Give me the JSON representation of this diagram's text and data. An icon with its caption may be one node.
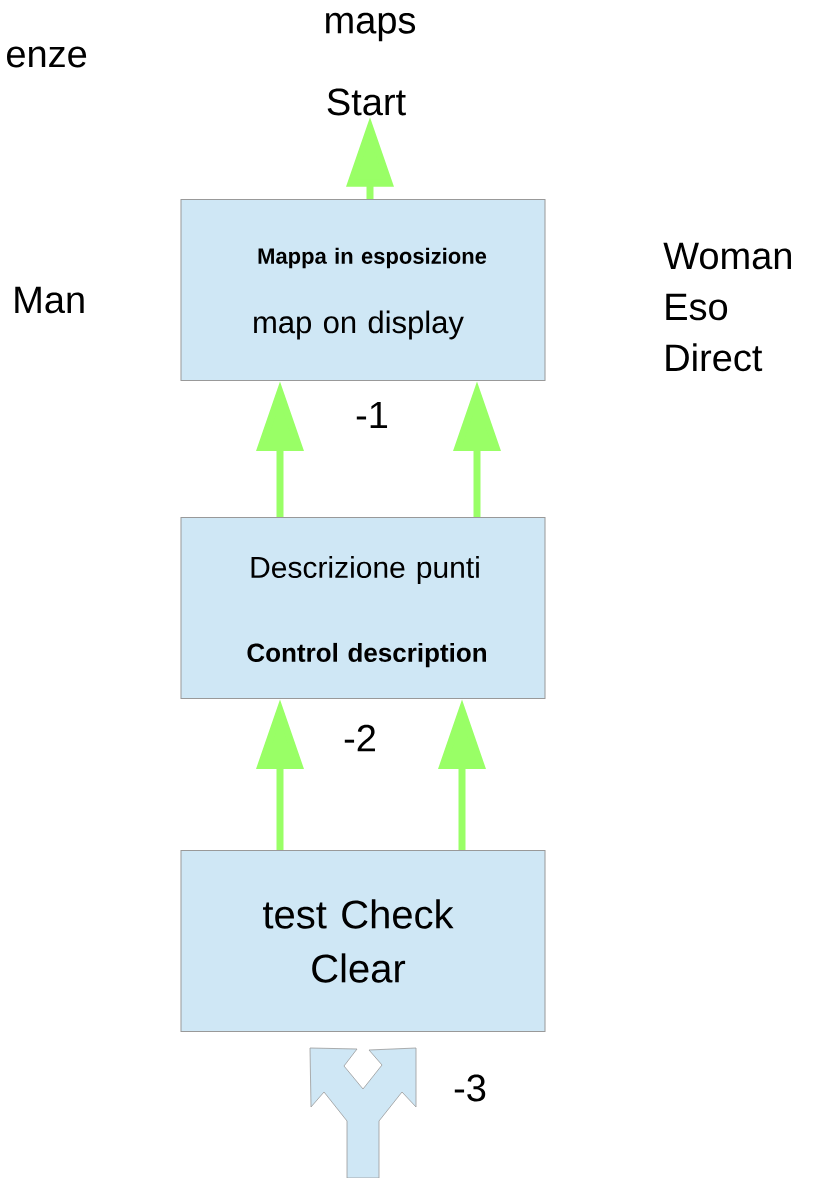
{
  "diagram": {
    "nodes": [
      {
        "text": [
          "Mappa in esposizione",
          "map on display"
        ]
      },
      {
        "text": [
          "Descrizione  punti",
          "Control description"
        ]
      },
      {
        "text": [
          "test Check Clear"
        ]
      },
      {
        "text": [
          "Start"
        ]
      }
    ],
    "edges": [
      {
        "from": 1,
        "to": 0,
        "arrow": "to"
      },
      {
        "from": 1,
        "to": 0,
        "arrow": "to"
      },
      {
        "from": 2,
        "to": 1,
        "arrow": "to"
      },
      {
        "from": 2,
        "to": 1,
        "arrow": "to"
      },
      {
        "from": 0,
        "to": 3,
        "arrow": "to"
      }
    ],
    "labels": [
      "maps",
      "enze",
      "Man",
      "Woman Eso Direct",
      "-1",
      "-2",
      "-3"
    ]
  }
}
